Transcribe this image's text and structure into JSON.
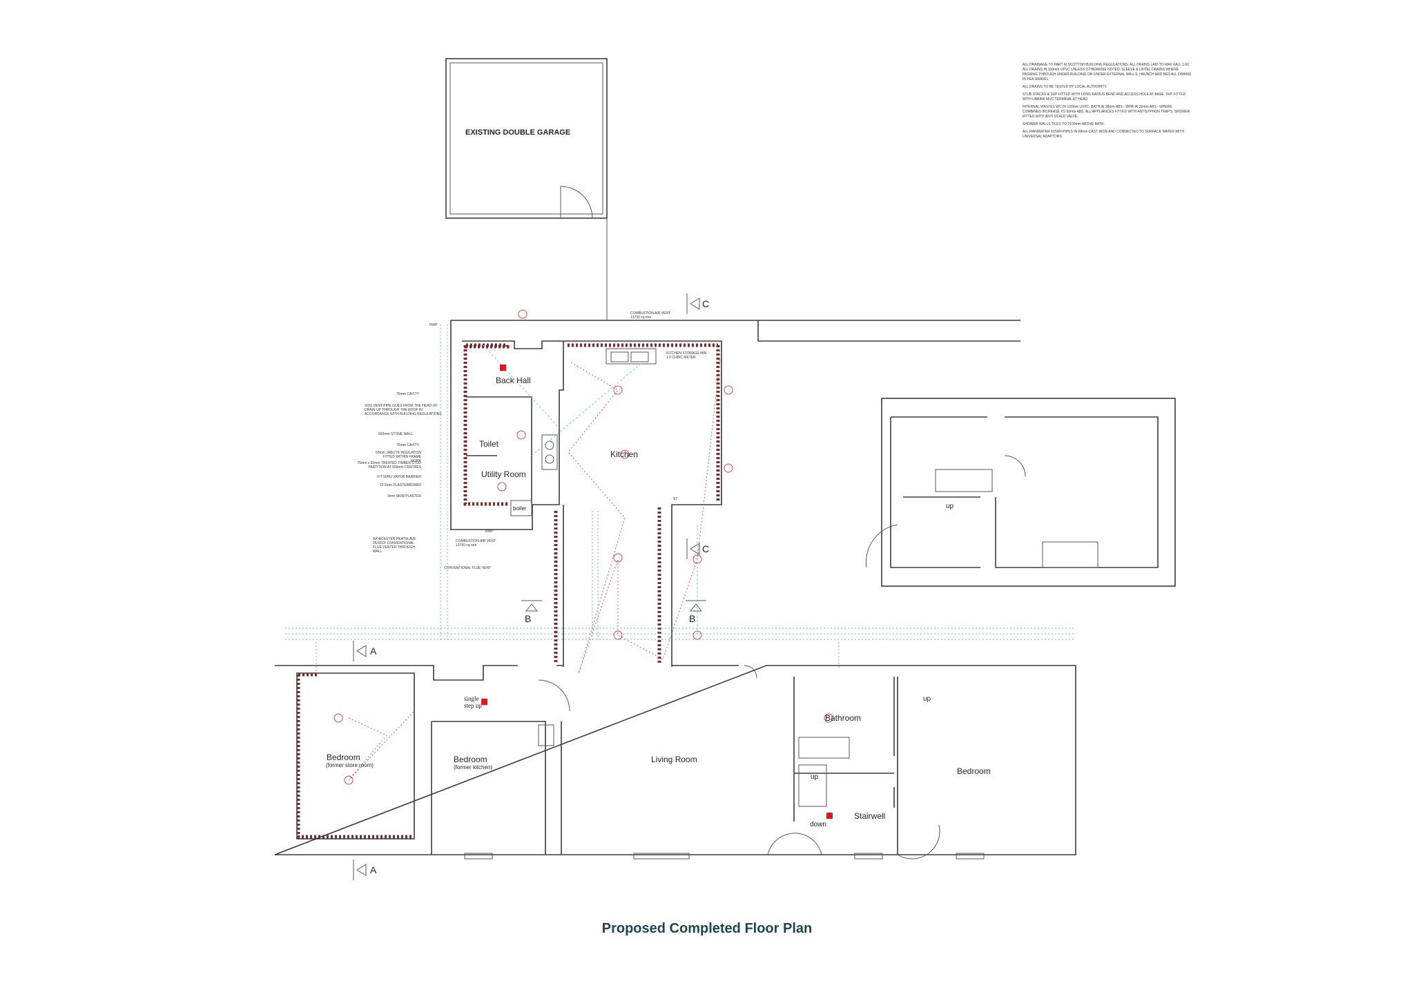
{
  "title": "Proposed Completed Floor Plan",
  "garage_label": "EXISTING DOUBLE GARAGE",
  "notes": [
    "ALL DRAINAGE TO PART M SCOTTISH BUILDING REGULATIONS.  ALL DRAINS LAID TO MAX FALL 1:60. ALL DRAINS IN 100mm UPVC UNLESS OTHERWISE NOTED.  SLEEVE & LINTEL DRAINS WHERE PASSING THROUGH UNDER BUILDING OR UNDER EXTERNAL WALLS.  HAUNCH AND BED ALL DRAINS IN PEA GRAVEL.",
    "ALL DRAINS TO BE TESTED BY LOCAL AUTHORITY.",
    "STUB STACKS & SVP FITTED WITH LONG RADIUS BEND AND ACCESS HOLE AT BASE.  SVP FITTED WITH UBBINK MVC TERMINAL AT HEAD.",
    "INTERNAL WASTES WC IN 100mm UVPC.  BATH IN 38mm ABS - WHB IN 32mm ABS - WHERE COMBINED INCREASE TO 50mm ABS.  ALL APPLIANCES FITTED WITH ANTISYPHON TRAPS.  SHOWER FITTED WITH ANTI SCALD VALVE.",
    "SHOWER WALLS TILES TO 2100mm ABOVE BATH.",
    "ALL RAINWATER DOWN PIPES IN 68mm CAST IRON AND CONNECTED TO SURFACE WATER WITH UNIVERSAL ADAPTORS."
  ],
  "annotations": {
    "cavity_1": "75mm CAVITY",
    "soil_vent": "SOIL VENT PIPE GOES FROM THE HEAD OF DRAIN UP THROUGH THE ROOF IN ACCORDANCE WITH BUILDING REGULATIONS",
    "stone_wall": "600mm STONE WALL",
    "cavity_2": "75mm CAVITY",
    "insulation": "50mm  JABLITE INSULATION FITTED WITHIN FRAME WORK",
    "stud": "75mm x 50mm  TREATED TIMBER STUD PARTITION AT 500mm CENTRES",
    "vapor": "FIT 50HU VAPOR BARRIER",
    "plasterboard": "12.5mm PLASTERBOARD",
    "skim": "3mm SKIM PLASTER",
    "boiler_note": "WORCESTER HEATSLAVE 26/32CF CONVENTIONAL FLUE VENTED THROUGH WALL",
    "air_vent_1": "COMBUSTION AIR VENT 13750 sq mm",
    "air_vent_2": "COMBUSTION AIR VENT 13750 sq mm",
    "flue_vent": "CONVENTIONAL FLUE VENT",
    "kitchen_storage": "KITCHEN STORAGE MIN 1.0 CUBIC METER",
    "rwp_1": "RWP",
    "rwp_2": "RWP",
    "st": "ST"
  },
  "rooms": {
    "back_hall": "Back Hall",
    "toilet": "Toilet",
    "utility": "Utility Room",
    "boiler": "boiler",
    "kitchen": "Kitchen",
    "bedroom_store": "Bedroom",
    "bedroom_store_sub": "(former store room)",
    "bedroom_kitchen": "Bedroom",
    "bedroom_kitchen_sub": "(former kitchen)",
    "living": "Living Room",
    "bathroom": "Bathroom",
    "bedroom_east": "Bedroom",
    "stairwell": "Stairwell",
    "up_stair": "up",
    "down_stair": "down",
    "up_east": "up",
    "up_inset": "up",
    "single_step": "single step up"
  },
  "sections": {
    "a_top": "A",
    "a_bottom": "A",
    "b_left": "B",
    "b_right": "B",
    "c_top": "C",
    "c_mid": "C"
  },
  "colors": {
    "title": "#1b4650",
    "fixture_marker": "#e8141c",
    "electrical": "#d44444",
    "drainage": "#59c79a"
  }
}
